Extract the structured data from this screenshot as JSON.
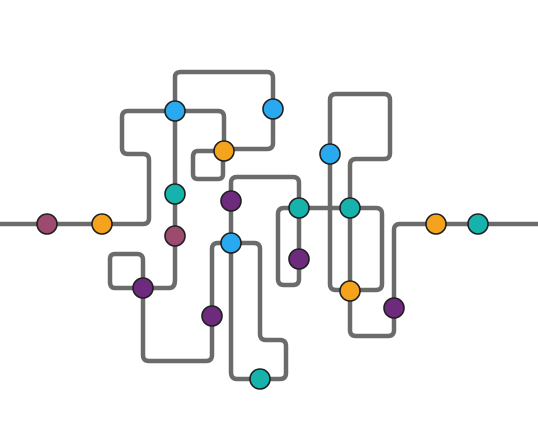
{
  "diagram": {
    "line_color": "#6b6b6b",
    "outline_color": "#1f1f1f",
    "node_colors": {
      "blue": "#29aaf0",
      "orange": "#f5a21c",
      "teal": "#16b3ad",
      "purple": "#6e2a7c",
      "mauve": "#9c4a6e"
    },
    "nodes": [
      {
        "name": "left-mauve-node",
        "color": "mauve"
      },
      {
        "name": "left-orange-node",
        "color": "orange"
      },
      {
        "name": "top-blue-node-1",
        "color": "blue"
      },
      {
        "name": "top-blue-node-2",
        "color": "blue"
      },
      {
        "name": "center-orange-node",
        "color": "orange"
      },
      {
        "name": "center-teal-node",
        "color": "teal"
      },
      {
        "name": "center-mauve-node",
        "color": "mauve"
      },
      {
        "name": "lower-purple-node-1",
        "color": "purple"
      },
      {
        "name": "center-purple-node",
        "color": "purple"
      },
      {
        "name": "center-blue-node",
        "color": "blue"
      },
      {
        "name": "lower-purple-node-2",
        "color": "purple"
      },
      {
        "name": "bottom-teal-node",
        "color": "teal"
      },
      {
        "name": "mid-teal-node",
        "color": "teal"
      },
      {
        "name": "mid-purple-node",
        "color": "purple"
      },
      {
        "name": "right-blue-node",
        "color": "blue"
      },
      {
        "name": "right-teal-node",
        "color": "teal"
      },
      {
        "name": "right-orange-node",
        "color": "orange"
      },
      {
        "name": "right-purple-node",
        "color": "purple"
      },
      {
        "name": "far-right-orange-node",
        "color": "orange"
      },
      {
        "name": "far-right-teal-node",
        "color": "teal"
      }
    ]
  }
}
